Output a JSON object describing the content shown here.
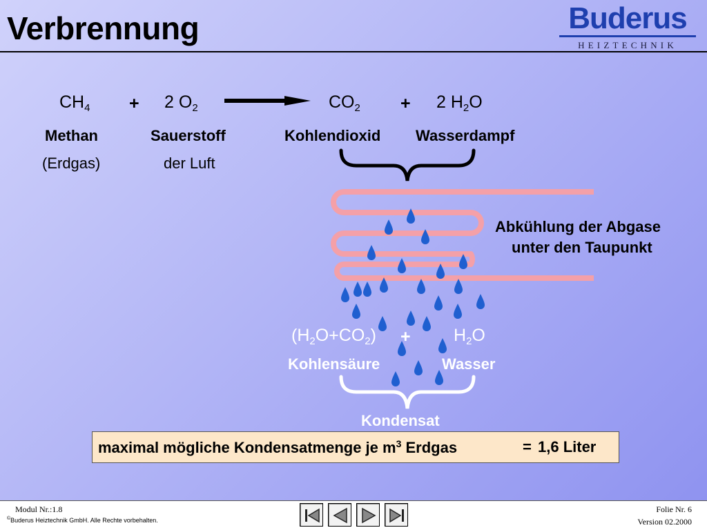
{
  "title": "Verbrennung",
  "logo": {
    "word": "Buderus",
    "sub": "HEIZTECHNIK"
  },
  "equation": {
    "ch": "CH",
    "ch_sub": "4",
    "plus1": "+",
    "o_coef": "2",
    "o": "O",
    "o_sub": "2",
    "co": "CO",
    "co_sub": "2",
    "plus2": "+",
    "h_coef": "2",
    "h": "H",
    "h_sub": "2",
    "h_o": "O"
  },
  "labels": {
    "methan": "Methan",
    "erdgas": "(Erdgas)",
    "sauerstoff": "Sauerstoff",
    "luft": "der Luft",
    "kohlendioxid": "Kohlendioxid",
    "wasserdampf": "Wasserdampf"
  },
  "cooling": {
    "line1": "Abkühlung der Abgase",
    "line2": "unter den Taupunkt"
  },
  "products": {
    "open": "(H",
    "s1": "2",
    "mid": "O+CO",
    "s2": "2",
    "close": ")",
    "plus": "+",
    "h": "H",
    "hs": "2",
    "o": "O",
    "kohlensaeure": "Kohlensäure",
    "wasser": "Wasser",
    "kondensat": "Kondensat"
  },
  "result": {
    "text": "maximal mögliche Kondensatmenge je m",
    "sup": "3",
    "tail": " Erdgas",
    "eq": "=",
    "value": "1,6 Liter"
  },
  "footer": {
    "modul": "Modul Nr.:1.8",
    "copy_symbol": "©",
    "copyright": "Buderus Heiztechnik GmbH. Alle Rechte vorbehalten.",
    "folie": "Folie Nr. 6",
    "version": "Version 02.2000"
  },
  "colors": {
    "pipe": "#f4a0a8",
    "drop": "#1f5fd0",
    "logo": "#1e3fae",
    "box": "#fde7c9"
  },
  "icons": [
    "first-slide-icon",
    "previous-slide-icon",
    "next-slide-icon",
    "last-slide-icon"
  ]
}
